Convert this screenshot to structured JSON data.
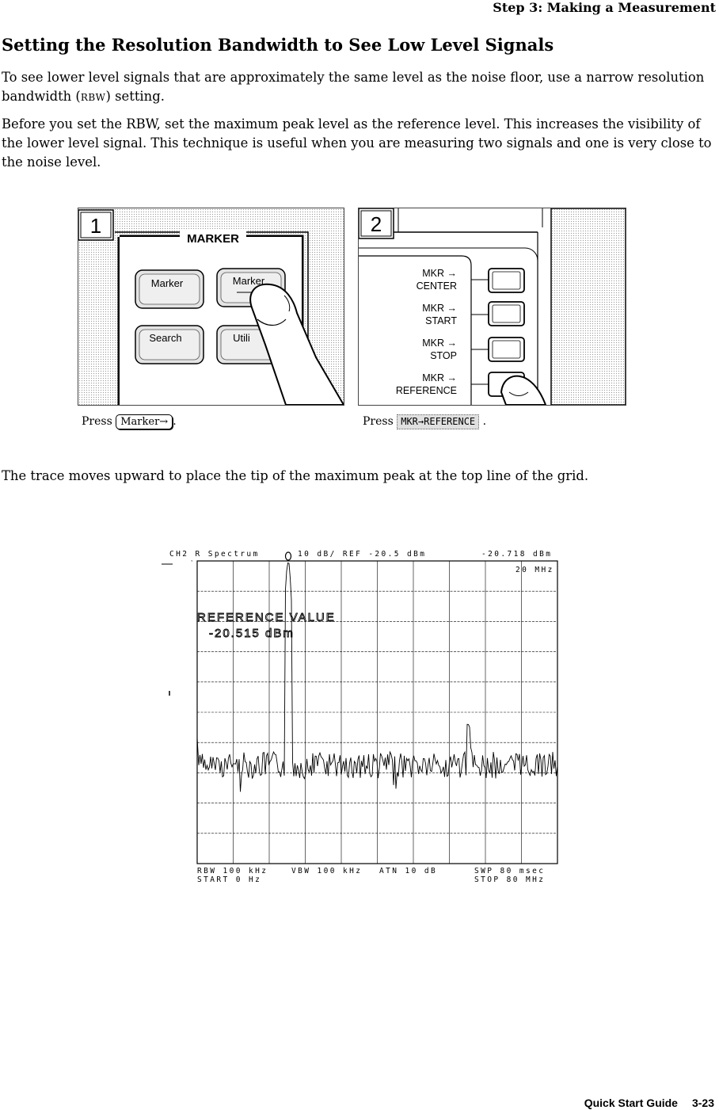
{
  "header": {
    "running_head": "Step 3:  Making a Measurement"
  },
  "section": {
    "title": "Setting the Resolution Bandwidth to See Low Level Signals"
  },
  "paragraphs": {
    "p1_before": "To see lower level signals that are approximately the same level as the noise floor, use a narrow resolution bandwidth (",
    "p1_abbr": "RBW",
    "p1_after": ") setting.",
    "p2": "Before you set the RBW, set the maximum peak level as the reference level.  This increases the visibility of the lower level signal.  This technique is useful when you are measuring two signals and one is very close to the noise level.",
    "p3": "The trace moves upward to place the tip of the maximum peak at the top line of the grid."
  },
  "figure1": {
    "step_number": "1",
    "group_label": "MARKER",
    "buttons": [
      "Marker",
      "Marker",
      "Search",
      "Utili"
    ],
    "caption_prefix": "Press",
    "caption_key": "Marker→",
    "caption_suffix": "."
  },
  "figure2": {
    "step_number": "2",
    "softkeys": [
      {
        "line1": "MKR →",
        "line2": "CENTER"
      },
      {
        "line1": "MKR →",
        "line2": "START"
      },
      {
        "line1": "MKR →",
        "line2": "STOP"
      },
      {
        "line1": "MKR →",
        "line2": "REFERENCE"
      }
    ],
    "caption_prefix": "Press",
    "caption_key": "MKR→REFERENCE",
    "caption_suffix": "."
  },
  "screen": {
    "header_left": "CH2 R  Spectrum",
    "header_mid": "10 dB/ REF -20.5 dBm",
    "header_right": "-20.718 dBm",
    "marker_freq": "20 MHz",
    "ref_label": "REFERENCE VALUE",
    "ref_value": "-20.515 dBm",
    "footer_rbw": "RBW  100 kHz",
    "footer_vbw": "VBW 100 kHz",
    "footer_atn": "ATN  10 dB",
    "footer_swp": "SWP  80 msec",
    "footer_start": "START  0 Hz",
    "footer_stop": "STOP  80 MHz"
  },
  "footer": {
    "guide": "Quick Start Guide",
    "page": "3-23"
  }
}
